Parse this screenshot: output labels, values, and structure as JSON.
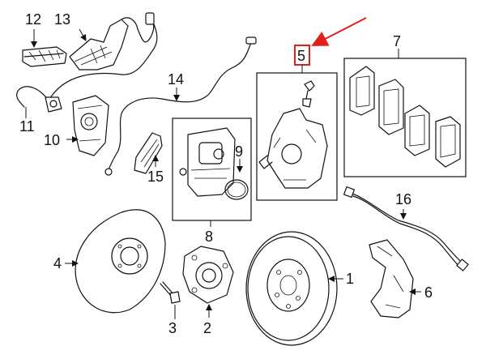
{
  "diagram": {
    "callouts": {
      "c1": "1",
      "c2": "2",
      "c3": "3",
      "c4": "4",
      "c5": "5",
      "c6": "6",
      "c7": "7",
      "c8": "8",
      "c9": "9",
      "c10": "10",
      "c11": "11",
      "c12": "12",
      "c13": "13",
      "c14": "14",
      "c15": "15",
      "c16": "16"
    },
    "highlight": {
      "target": "5",
      "marker_color": "#e0201b",
      "pointer_color": "#e0201b"
    }
  }
}
